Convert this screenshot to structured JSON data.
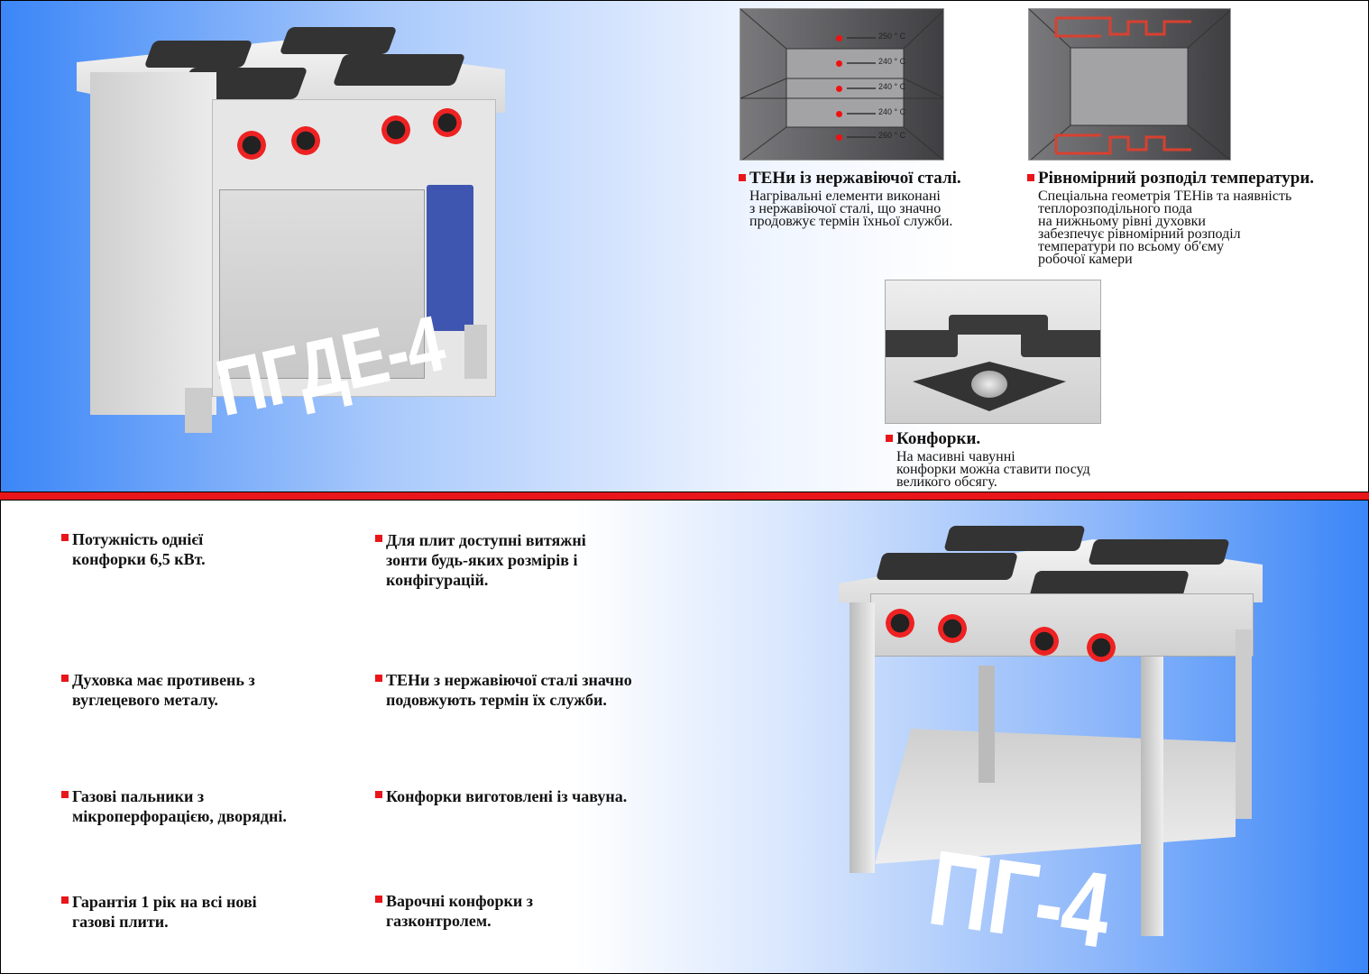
{
  "models": {
    "oven_model": "ПГДЕ-4",
    "open_model": "ПГ-4"
  },
  "diagram_temps": [
    "250 ° C",
    "240 ° C",
    "240 ° C",
    "240 ° C",
    "260 ° C"
  ],
  "features": [
    {
      "title": "ТЕНи із нержавіючої сталі.",
      "lines": [
        "Нагрівальні елементи виконані",
        "з нержавіючої сталі, що значно",
        "продовжує термін їхньої служби."
      ]
    },
    {
      "title": "Рівномірний розподіл температури.",
      "lines": [
        "Спеціальна геометрія ТЕНів та наявність",
        "теплорозподільного пода",
        "на нижньому рівні духовки",
        "забезпечує рівномірний розподіл",
        "температури по всьому об'єму",
        "робочої камери"
      ]
    },
    {
      "title": "Конфорки.",
      "lines": [
        "На масивні чавунні",
        "конфорки можна ставити посуд",
        "великого обсягу."
      ]
    }
  ],
  "specs_left": [
    [
      "Потужність однієї",
      "конфорки 6,5 кВт."
    ],
    [
      "Духовка має противень з",
      "вуглецевого металу."
    ],
    [
      "Газові пальники з",
      "мікроперфорацією, дворядні."
    ],
    [
      "Гарантія 1 рік на всі нові",
      "газові плити."
    ]
  ],
  "specs_right": [
    [
      "Для плит доступні витяжні",
      "зонти будь-яких розмірів і",
      "конфігурацій."
    ],
    [
      "ТЕНи з нержавіючої сталі значно",
      "подовжують термін їх служби."
    ],
    [
      "Конфорки виготовлені із чавуна."
    ],
    [
      "Варочні конфорки з",
      "газконтролем."
    ]
  ],
  "colors": {
    "accent_red": "#e8151a",
    "brand_blue": "#3b86f7"
  }
}
